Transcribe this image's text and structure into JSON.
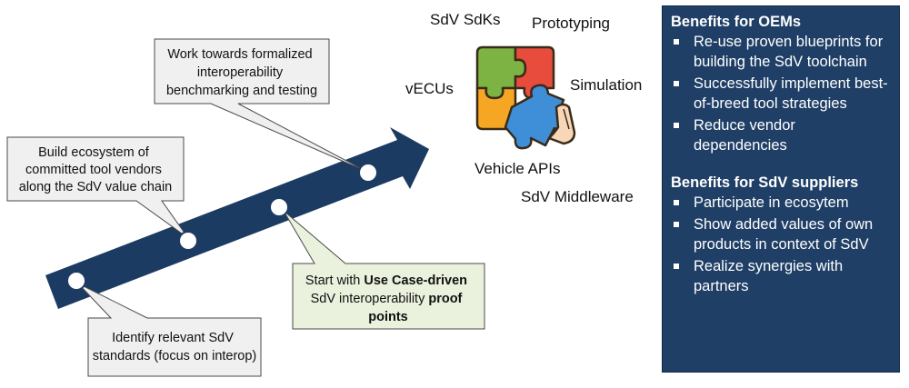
{
  "callouts": {
    "identify": [
      "Identify relevant SdV",
      "standards (focus on interop)"
    ],
    "build": [
      "Build ecosystem of",
      "committed tool vendors",
      "along the SdV value chain"
    ],
    "start": {
      "line1_plain": "Start with ",
      "line1_bold": "Use Case-driven",
      "line2_plain": "SdV interoperability ",
      "line2_bold": "proof",
      "line3_bold": "points"
    },
    "work": [
      "Work towards formalized",
      "interoperability",
      "benchmarking and testing"
    ]
  },
  "puzzle_labels": {
    "sdks": "SdV SdKs",
    "prototyping": "Prototyping",
    "vecus": "vECUs",
    "simulation": "Simulation",
    "vehicle_apis": "Vehicle APIs",
    "middleware": "SdV Middleware"
  },
  "benefits": {
    "oems_title": "Benefits for OEMs",
    "oems_items": [
      "Re-use proven blueprints for building the SdV toolchain",
      "Successfully implement best-of-breed tool strategies",
      "Reduce vendor dependencies"
    ],
    "suppliers_title": "Benefits for SdV suppliers",
    "suppliers_items": [
      "Participate in ecosytem",
      "Show added values of own products in context of SdV",
      "Realize synergies with partners"
    ]
  },
  "colors": {
    "arrow": "#1c3b63",
    "callout_fill": "#f0f0f0",
    "callout_highlight_fill": "#eaf1dc",
    "panel_fill": "#1f3f66",
    "puzzle_green": "#7cb342",
    "puzzle_red": "#e84c3d",
    "puzzle_orange": "#f5a623",
    "puzzle_blue": "#3f8fd8"
  }
}
